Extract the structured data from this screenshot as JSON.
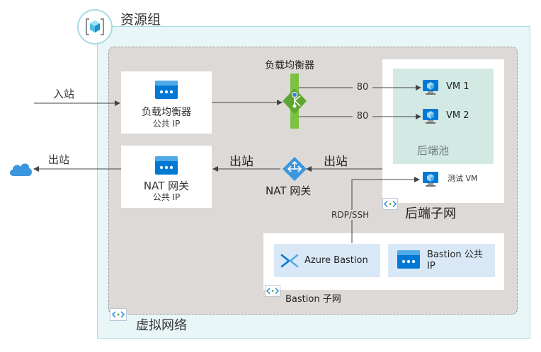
{
  "resource_group": {
    "label": "资源组"
  },
  "vnet": {
    "label": "虚拟网络"
  },
  "lb_pip": {
    "title": "负载均衡器",
    "subtitle": "公共 IP"
  },
  "nat_pip": {
    "title": "NAT 网关",
    "subtitle": "公共 IP"
  },
  "load_balancer": {
    "label": "负载均衡器"
  },
  "nat_gateway": {
    "label": "NAT 网关"
  },
  "flows": {
    "inbound": "入站",
    "outbound_left": "出站",
    "outbound_mid": "出站",
    "outbound_right": "出站"
  },
  "ports": {
    "port1": "80",
    "port2": "80"
  },
  "vms": [
    {
      "label": "VM 1"
    },
    {
      "label": "VM 2"
    }
  ],
  "backend_pool": {
    "label": "后端池"
  },
  "test_vm": {
    "label": "测试 VM"
  },
  "backend_subnet": {
    "label": "后端子网"
  },
  "rdp": {
    "label": "RDP/SSH"
  },
  "bastion": {
    "label": "Azure Bastion"
  },
  "bastion_pip": {
    "label": "Bastion 公共 IP"
  },
  "bastion_subnet": {
    "label": "Bastion 子网"
  },
  "colors": {
    "azure_blue": "#0078d4",
    "cloud_blue": "#3a96dd",
    "lb_green": "#5ea632",
    "vnet_bg": "#ddd9d6",
    "rg_bg": "#e8f6f8",
    "pool_bg": "#d3e9e4"
  }
}
